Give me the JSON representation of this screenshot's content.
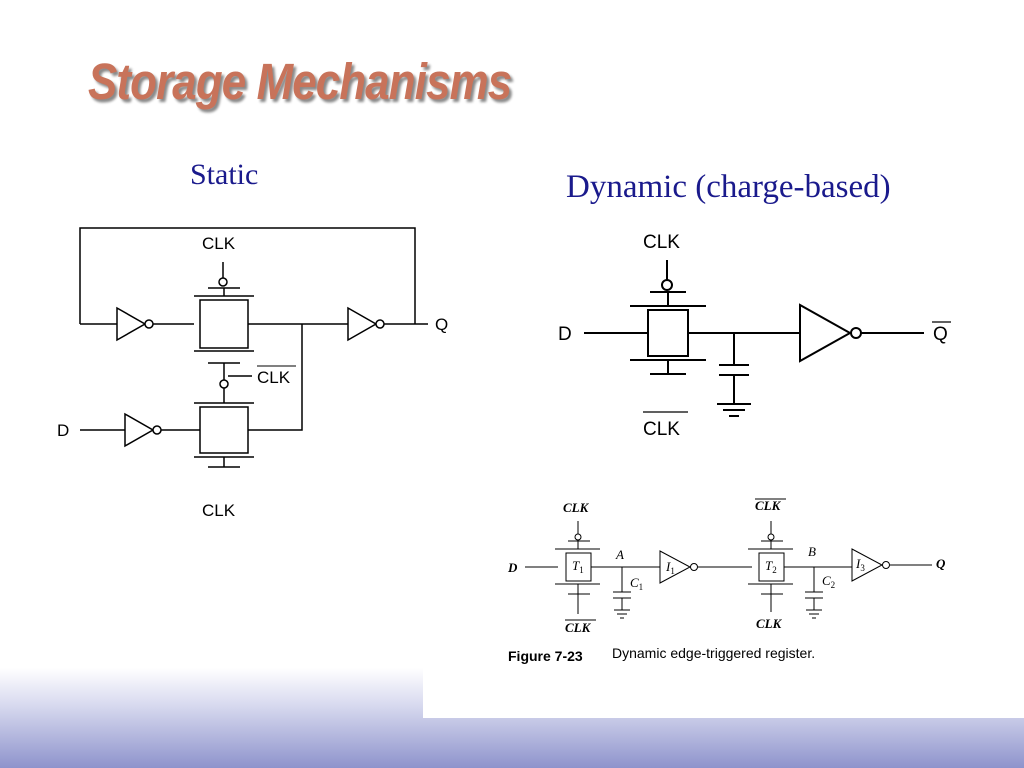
{
  "slide": {
    "title": "Storage Mechanisms",
    "static_heading": "Static",
    "dynamic_heading": "Dynamic (charge-based)"
  },
  "static_circuit": {
    "clk_top": "CLK",
    "clk_bar_mid": "CLK",
    "clk_bottom": "CLK",
    "input_d": "D",
    "output_q": "Q"
  },
  "dynamic_circuit": {
    "clk_top": "CLK",
    "clk_bar_bottom": "CLK",
    "input_d": "D",
    "output_q_bar": "Q"
  },
  "figure": {
    "clk_t1": "CLK",
    "clk_bar_t1": "CLK",
    "clk_bar_t2": "CLK",
    "clk_t2": "CLK",
    "input_d": "D",
    "output_q": "Q",
    "t1": "T",
    "t1_sub": "1",
    "t2": "T",
    "t2_sub": "2",
    "node_a": "A",
    "node_b": "B",
    "i1": "I",
    "i1_sub": "1",
    "i3": "I",
    "i3_sub": "3",
    "c1": "C",
    "c1_sub": "1",
    "c2": "C",
    "c2_sub": "2",
    "caption_number": "Figure 7-23",
    "caption_text": "Dynamic edge-triggered register."
  }
}
